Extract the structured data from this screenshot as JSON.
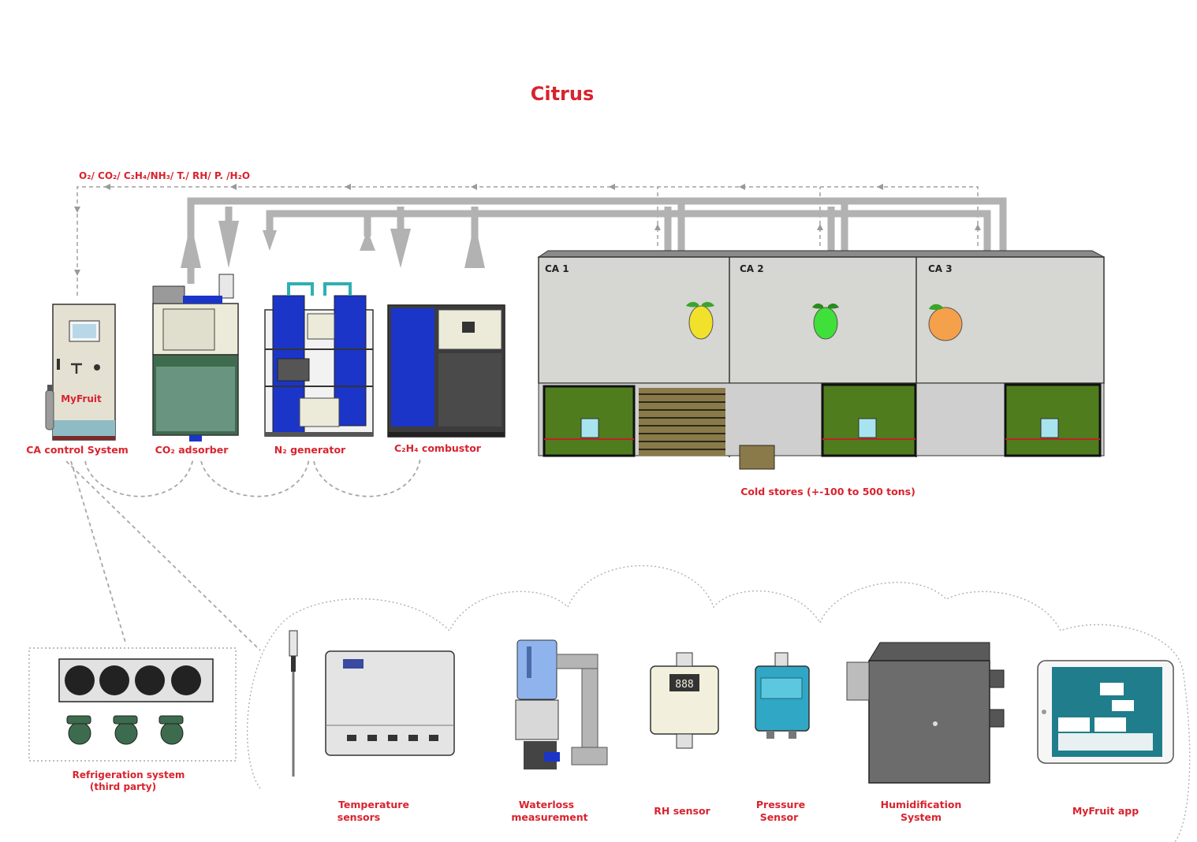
{
  "title": "Citrus",
  "gas_label": "O₂/ CO₂/ C₂H₄/NH₃/ T./ RH/ P. /H₂O",
  "colors": {
    "accent_red": "#d9232e",
    "pipe_gray": "#b2b2b2",
    "store_gray": "#dcdcdc",
    "door_green": "#4f7d1e",
    "machine_blue": "#1b35c9"
  },
  "equipment": {
    "ca_control": {
      "label": "CA control System",
      "brand": "MyFruit"
    },
    "co2_adsorber": {
      "label": "CO₂ adsorber"
    },
    "n2_generator": {
      "label": "N₂ generator"
    },
    "c2h4_combustor": {
      "label": "C₂H₄ combustor"
    }
  },
  "cold_stores": {
    "label": "Cold stores (+-100 to 500 tons)",
    "rooms": [
      {
        "name": "CA 1",
        "fruit": "lemon-icon"
      },
      {
        "name": "CA 2",
        "fruit": "lime-icon"
      },
      {
        "name": "CA 3",
        "fruit": "orange-icon"
      }
    ]
  },
  "refrigeration": {
    "line1": "Refrigeration system",
    "line2": "(third party)"
  },
  "sensors": [
    {
      "line1": "Temperature",
      "line2": "sensors"
    },
    {
      "line1": "Waterloss",
      "line2": "measurement"
    },
    {
      "line1": "RH sensor",
      "line2": ""
    },
    {
      "line1": "Pressure",
      "line2": "Sensor"
    },
    {
      "line1": "Humidification",
      "line2": "System"
    },
    {
      "line1": "MyFruit app",
      "line2": ""
    }
  ]
}
